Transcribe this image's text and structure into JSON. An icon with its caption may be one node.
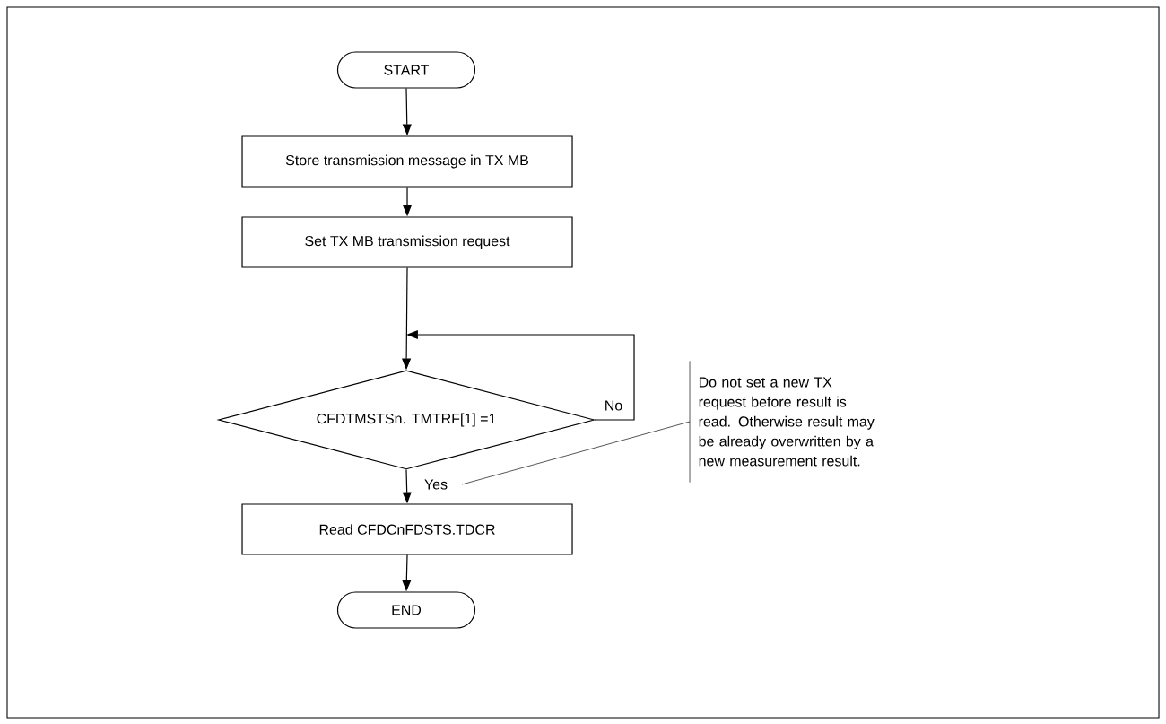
{
  "diagram": {
    "nodes": [
      {
        "text": [
          "START"
        ]
      },
      {
        "text": [
          "Store transmission message in TX MB"
        ]
      },
      {
        "text": [
          "Set TX MB transmission request"
        ]
      },
      {
        "text": [
          "CFDTMSTSn. TMTRF[1] =1"
        ]
      },
      {
        "text": [
          "Read CFDCnFDSTS.TDCR"
        ]
      },
      {
        "text": [
          "END"
        ]
      },
      {
        "text": [
          "Do not set a new TX request before result is read. Otherwise result may be already overwritten by a new measurement result."
        ]
      }
    ],
    "edges": [
      {
        "from": 0,
        "to": 1,
        "arrow": "to"
      },
      {
        "from": 1,
        "to": 2,
        "arrow": "to"
      },
      {
        "from": 2,
        "to": 3,
        "arrow": "to"
      },
      {
        "from": 3,
        "to": 3,
        "arrow": "to",
        "label": "No"
      },
      {
        "from": 3,
        "to": 4,
        "arrow": "to",
        "label": "Yes"
      },
      {
        "from": 4,
        "to": 5,
        "arrow": "to"
      },
      {
        "from": 6,
        "to": null,
        "arrow": "none"
      }
    ]
  }
}
